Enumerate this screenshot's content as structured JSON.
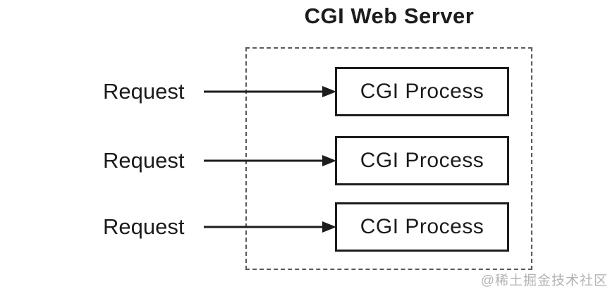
{
  "title": "CGI Web Server",
  "rows": [
    {
      "request_label": "Request",
      "process_label": "CGI Process"
    },
    {
      "request_label": "Request",
      "process_label": "CGI Process"
    },
    {
      "request_label": "Request",
      "process_label": "CGI Process"
    }
  ],
  "watermark": "@稀土掘金技术社区",
  "colors": {
    "background": "#ffffff",
    "line_and_text": "#1c1c1c",
    "boundary_dash": "#5a5a5a",
    "box_border": "#1c1c1c",
    "box_fill": "#ffffff",
    "watermark": "#b3b3b3"
  }
}
